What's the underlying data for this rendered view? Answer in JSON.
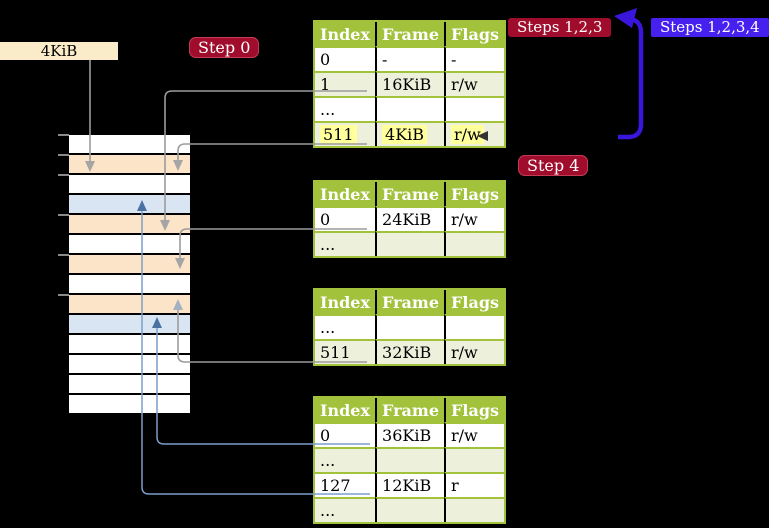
{
  "cr3_box": {
    "label": "4KiB"
  },
  "step_labels": {
    "step0": "Step 0",
    "steps123": "Steps 1,2,3",
    "steps1234": "Steps 1,2,3,4",
    "step4": "Step 4"
  },
  "tables": [
    {
      "headers": [
        "Index",
        "Frame",
        "Flags"
      ],
      "rows": [
        {
          "cells": [
            "0",
            "-",
            "-"
          ]
        },
        {
          "cells": [
            "1",
            "16KiB",
            "r/w"
          ]
        },
        {
          "cells": [
            "...",
            "",
            ""
          ]
        },
        {
          "cells": [
            "511",
            "4KiB",
            "r/w"
          ],
          "highlight": true
        }
      ]
    },
    {
      "headers": [
        "Index",
        "Frame",
        "Flags"
      ],
      "rows": [
        {
          "cells": [
            "0",
            "24KiB",
            "r/w"
          ]
        },
        {
          "cells": [
            "...",
            "",
            ""
          ]
        }
      ]
    },
    {
      "headers": [
        "Index",
        "Frame",
        "Flags"
      ],
      "rows": [
        {
          "cells": [
            "...",
            "",
            ""
          ]
        },
        {
          "cells": [
            "511",
            "32KiB",
            "r/w"
          ]
        }
      ]
    },
    {
      "headers": [
        "Index",
        "Frame",
        "Flags"
      ],
      "rows": [
        {
          "cells": [
            "0",
            "36KiB",
            "r/w"
          ]
        },
        {
          "cells": [
            "...",
            "",
            ""
          ]
        },
        {
          "cells": [
            "127",
            "12KiB",
            "r"
          ]
        },
        {
          "cells": [
            "...",
            "",
            ""
          ]
        }
      ]
    }
  ],
  "memory": {
    "rows": [
      "free",
      "table",
      "free",
      "page",
      "table",
      "free",
      "table",
      "free",
      "table",
      "page",
      "free",
      "free",
      "free",
      "free"
    ],
    "row_colors": {
      "free": "#FFFFFF",
      "table": "#FCE4C8",
      "page": "#D9E5F3"
    }
  },
  "arrows": [
    {
      "color": "gray",
      "from": "cr3-4kib-box",
      "to": "memory-row-1"
    },
    {
      "color": "gray",
      "from": "table-0-row-1",
      "to": "memory-row-4"
    },
    {
      "color": "gray",
      "from": "table-0-row-511",
      "to": "memory-row-1"
    },
    {
      "color": "gray",
      "from": "table-1-row-0",
      "to": "memory-row-6"
    },
    {
      "color": "gray",
      "from": "table-2-row-511",
      "to": "memory-row-8"
    },
    {
      "color": "blue",
      "from": "table-3-row-0",
      "to": "memory-row-9"
    },
    {
      "color": "blue",
      "from": "table-3-row-127",
      "to": "memory-row-3"
    },
    {
      "color": "indigo",
      "from": "bottom-curve",
      "to": "table-0-row-511"
    }
  ],
  "colors": {
    "table_header_green": "#A3C23C",
    "table_row_alt_green": "#EDF0DB",
    "highlight_yellow": "#FFFF9C",
    "badge_red": "#A00D2C",
    "badge_blue": "#4520EE",
    "arrow_indigo": "#3A16DC",
    "cr3_box_wheat": "#FAECC9",
    "connector_gray": "#9C9C9C",
    "connector_blue": "#7C9ECB"
  }
}
